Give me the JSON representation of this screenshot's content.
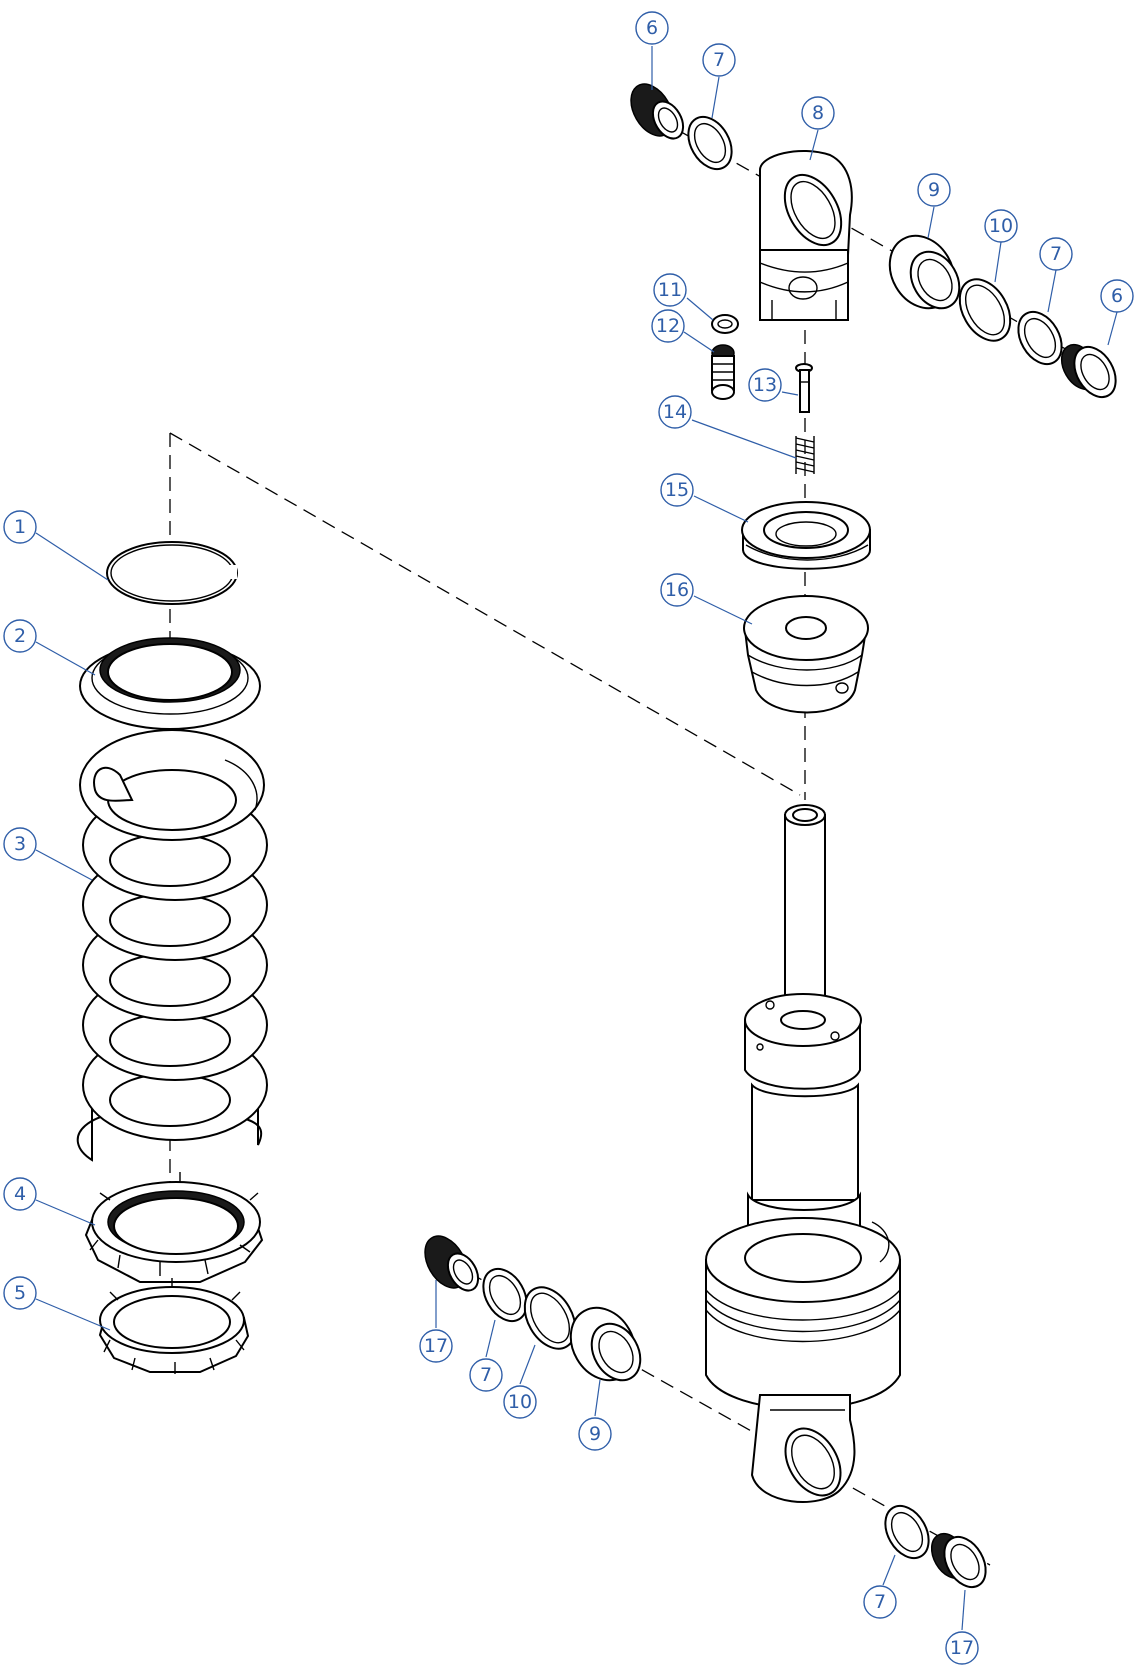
{
  "callouts": [
    "1",
    "2",
    "3",
    "4",
    "5",
    "6",
    "7",
    "8",
    "9",
    "10",
    "11",
    "12",
    "13",
    "14",
    "15",
    "16",
    "17"
  ],
  "colors": {
    "callout": "#2f5ea8",
    "line": "#000000",
    "background": "#ffffff"
  }
}
